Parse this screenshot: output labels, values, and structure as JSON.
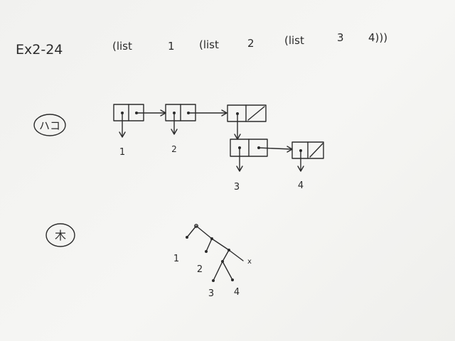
{
  "title": "Ex2-24",
  "expression": [
    "(list",
    "1",
    "(list",
    "2",
    "(list",
    "3",
    "4)))"
  ],
  "box_pointer": {
    "badge": "ハコ",
    "leaves_top": [
      "1",
      "2"
    ],
    "leaves_bottom": [
      "3",
      "4"
    ]
  },
  "tree": {
    "badge": "木",
    "leaves": [
      "1",
      "2",
      "3",
      "4"
    ],
    "nil_mark": "x"
  }
}
